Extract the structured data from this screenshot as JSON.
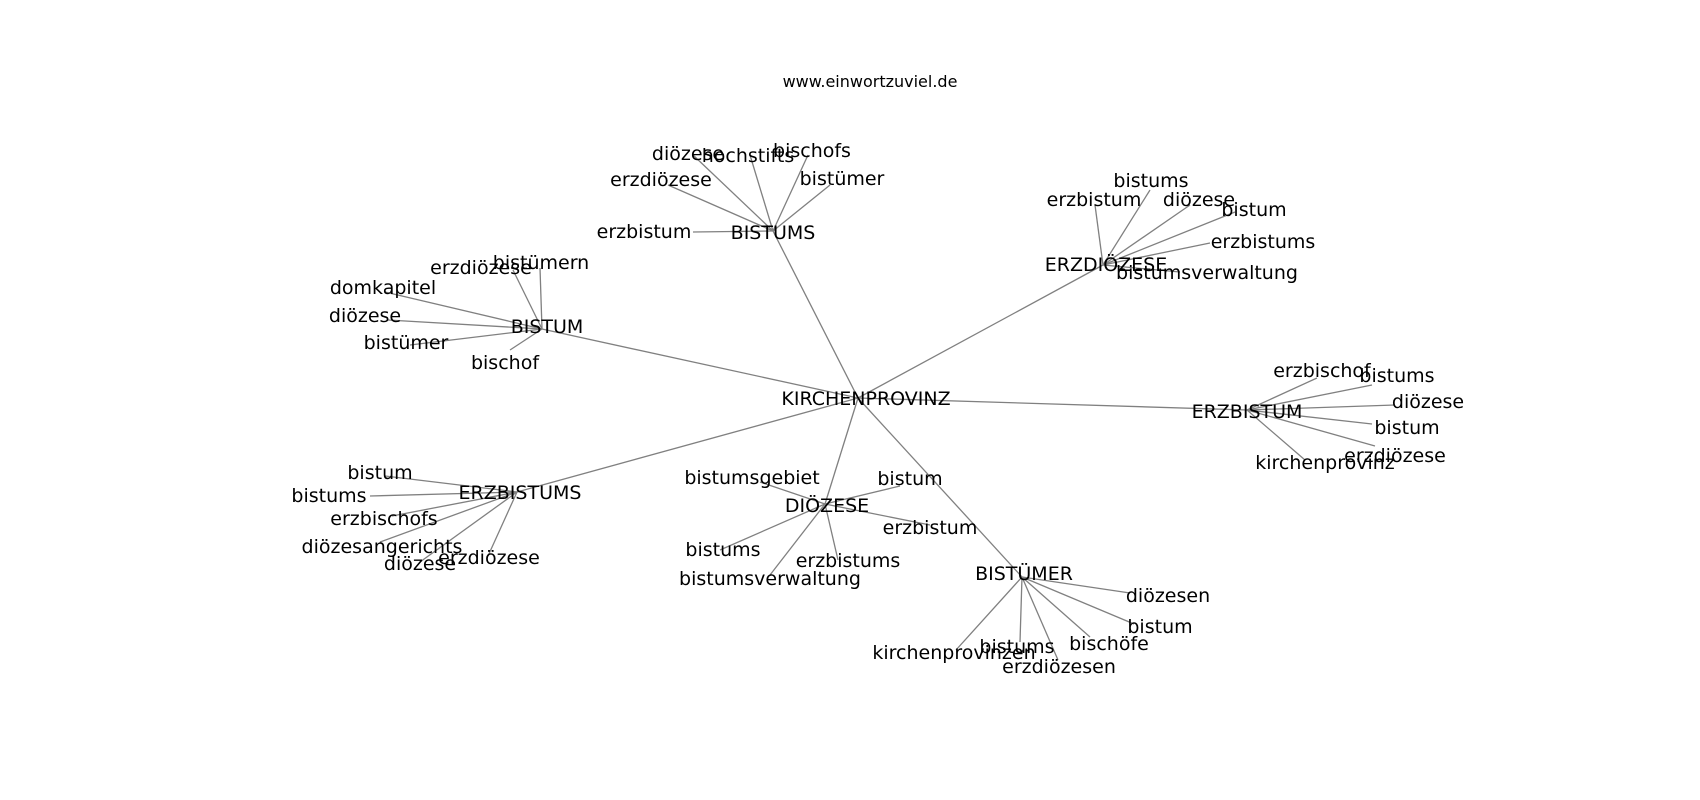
{
  "title": "www.einwortzuviel.de",
  "colors": {
    "edge": "#808080",
    "text": "#000000",
    "background": "#ffffff"
  },
  "center": "KIRCHENPROVINZ",
  "clusters": [
    {
      "hub": "BISTUMS",
      "leaves": [
        "diözese",
        "hochstifts",
        "bischofs",
        "erzdiözese",
        "bistümer",
        "erzbistum"
      ]
    },
    {
      "hub": "ERZDIÖZESE",
      "leaves": [
        "bistums",
        "erzbistum",
        "diözese",
        "bistum",
        "erzbistums",
        "bistumsverwaltung"
      ]
    },
    {
      "hub": "BISTUM",
      "leaves": [
        "erzdiözese",
        "bistümern",
        "domkapitel",
        "diözese",
        "bistümer",
        "bischof"
      ]
    },
    {
      "hub": "ERZBISTUM",
      "leaves": [
        "erzbischof",
        "bistums",
        "diözese",
        "bistum",
        "erzdiözese",
        "kirchenprovinz"
      ]
    },
    {
      "hub": "ERZBISTUMS",
      "leaves": [
        "bistum",
        "bistums",
        "erzbischofs",
        "diözesangerichts",
        "diözese",
        "erzdiözese"
      ]
    },
    {
      "hub": "DIÖZESE",
      "leaves": [
        "bistumsgebiet",
        "bistum",
        "erzbistum",
        "bistums",
        "erzbistums",
        "bistumsverwaltung"
      ]
    },
    {
      "hub": "BISTÜMER",
      "leaves": [
        "diözesen",
        "bistum",
        "bischöfe",
        "bistums",
        "erzdiözesen",
        "kirchenprovinzen"
      ]
    }
  ]
}
